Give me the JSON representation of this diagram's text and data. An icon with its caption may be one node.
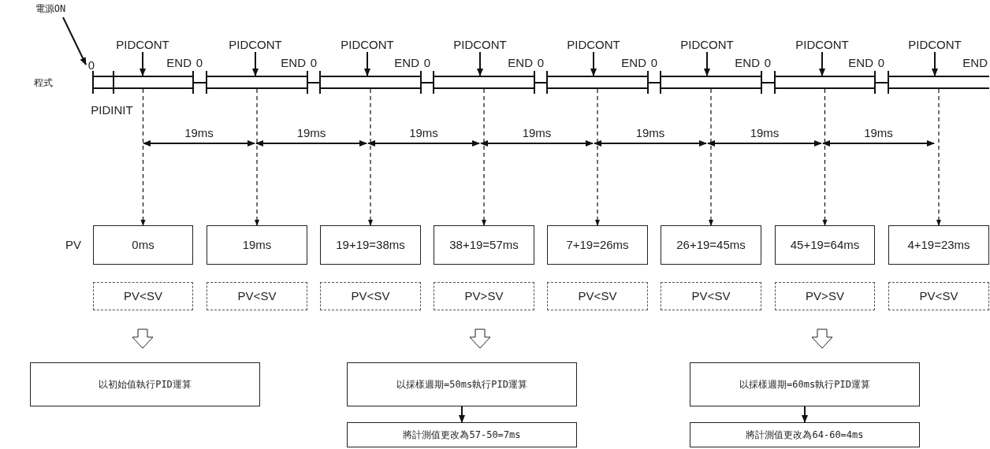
{
  "diagram": {
    "nodes": [
      {
        "text": [
          "電源ON"
        ]
      },
      {
        "text": [
          "PIDCONT"
        ]
      },
      {
        "text": [
          "PIDCONT"
        ]
      },
      {
        "text": [
          "PIDCONT"
        ]
      },
      {
        "text": [
          "PIDCONT"
        ]
      },
      {
        "text": [
          "PIDCONT"
        ]
      },
      {
        "text": [
          "PIDCONT"
        ]
      },
      {
        "text": [
          "PIDCONT"
        ]
      },
      {
        "text": [
          "PIDCONT"
        ]
      },
      {
        "text": [
          "0ms"
        ]
      },
      {
        "text": [
          "19ms"
        ]
      },
      {
        "text": [
          "19+19=38ms"
        ]
      },
      {
        "text": [
          "38+19=57ms"
        ]
      },
      {
        "text": [
          "7+19=26ms"
        ]
      },
      {
        "text": [
          "26+19=45ms"
        ]
      },
      {
        "text": [
          "45+19=64ms"
        ]
      },
      {
        "text": [
          "4+19=23ms"
        ]
      },
      {
        "text": [
          "PV<SV"
        ]
      },
      {
        "text": [
          "PV<SV"
        ]
      },
      {
        "text": [
          "PV<SV"
        ]
      },
      {
        "text": [
          "PV>SV"
        ]
      },
      {
        "text": [
          "PV<SV"
        ]
      },
      {
        "text": [
          "PV<SV"
        ]
      },
      {
        "text": [
          "PV>SV"
        ]
      },
      {
        "text": [
          "PV<SV"
        ]
      },
      {
        "text": [
          "以初始值執行PID運算"
        ]
      },
      {
        "text": [
          "以採樣週期=50ms執行PID運算"
        ]
      },
      {
        "text": [
          "以採樣週期=60ms執行PID運算"
        ]
      },
      {
        "text": [
          "將計測值更改為57-50=7ms"
        ]
      },
      {
        "text": [
          "將計測值更改為64-60=4ms"
        ]
      },
      {
        "text": [
          "0"
        ]
      }
    ],
    "edges": [
      {
        "from": 0,
        "to": 30,
        "arrow": "to"
      },
      {
        "from": 1,
        "to": null,
        "arrow": "to"
      },
      {
        "from": 2,
        "to": null,
        "arrow": "to"
      },
      {
        "from": 3,
        "to": null,
        "arrow": "to"
      },
      {
        "from": 4,
        "to": null,
        "arrow": "to"
      },
      {
        "from": 5,
        "to": null,
        "arrow": "to"
      },
      {
        "from": 6,
        "to": null,
        "arrow": "to"
      },
      {
        "from": 7,
        "to": null,
        "arrow": "to"
      },
      {
        "from": 8,
        "to": null,
        "arrow": "to"
      },
      {
        "from": null,
        "to": 9,
        "arrow": "to",
        "style": "dashed"
      },
      {
        "from": null,
        "to": 10,
        "arrow": "to",
        "style": "dashed"
      },
      {
        "from": null,
        "to": 11,
        "arrow": "to",
        "style": "dashed"
      },
      {
        "from": null,
        "to": 12,
        "arrow": "to",
        "style": "dashed"
      },
      {
        "from": null,
        "to": 13,
        "arrow": "to",
        "style": "dashed"
      },
      {
        "from": null,
        "to": 14,
        "arrow": "to",
        "style": "dashed"
      },
      {
        "from": null,
        "to": 15,
        "arrow": "to",
        "style": "dashed"
      },
      {
        "from": null,
        "to": 16,
        "arrow": "to",
        "style": "dashed"
      },
      {
        "from": 17,
        "to": 25,
        "arrow": "to",
        "style": "thick"
      },
      {
        "from": 20,
        "to": 26,
        "arrow": "to",
        "style": "thick"
      },
      {
        "from": 23,
        "to": 27,
        "arrow": "to",
        "style": "thick"
      },
      {
        "from": 26,
        "to": 28,
        "arrow": "to"
      },
      {
        "from": 27,
        "to": 29,
        "arrow": "to"
      }
    ],
    "labels": [
      "END",
      "0",
      "END",
      "0",
      "END",
      "0",
      "END",
      "0",
      "END",
      "0",
      "END",
      "0",
      "END",
      "0",
      "END",
      "程式",
      "PIDINIT",
      "19ms",
      "19ms",
      "19ms",
      "19ms",
      "19ms",
      "19ms",
      "19ms",
      "PV"
    ]
  }
}
